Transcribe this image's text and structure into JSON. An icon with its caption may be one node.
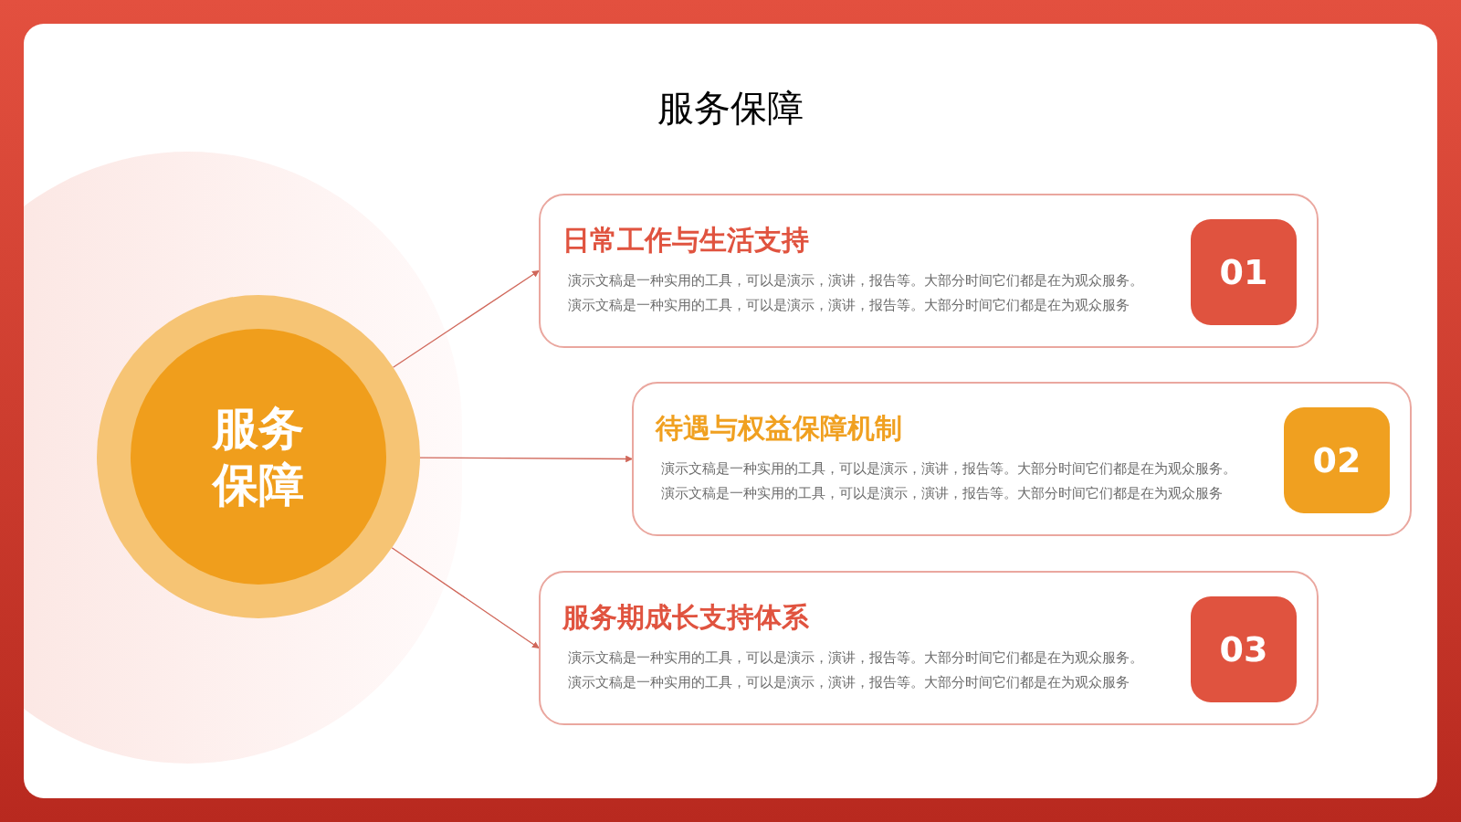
{
  "diagram": {
    "title": "服务保障",
    "nodes": [
      {
        "text": [
          "服务保障"
        ]
      },
      {
        "text": [
          "日常工作与生活支持",
          "演示文稿是一种实用的工具，可以是演示，演讲，报告等。大部分时间它们都是在为观众服务。",
          "演示文稿是一种实用的工具，可以是演示，演讲，报告等。大部分时间它们都是在为观众服务"
        ]
      },
      {
        "text": [
          "01"
        ],
        "in": 1
      },
      {
        "text": [
          "待遇与权益保障机制",
          "演示文稿是一种实用的工具，可以是演示，演讲，报告等。大部分时间它们都是在为观众服务。",
          "演示文稿是一种实用的工具，可以是演示，演讲，报告等。大部分时间它们都是在为观众服务"
        ]
      },
      {
        "text": [
          "02"
        ],
        "in": 3
      },
      {
        "text": [
          "服务期成长支持体系",
          "演示文稿是一种实用的工具，可以是演示，演讲，报告等。大部分时间它们都是在为观众服务。",
          "演示文稿是一种实用的工具，可以是演示，演讲，报告等。大部分时间它们都是在为观众服务"
        ]
      },
      {
        "text": [
          "03"
        ],
        "in": 5
      }
    ],
    "edges": [
      {
        "from": 0,
        "to": 1,
        "arrow": "to"
      },
      {
        "from": 0,
        "to": 3,
        "arrow": "to"
      },
      {
        "from": 0,
        "to": 5,
        "arrow": "to"
      }
    ]
  }
}
